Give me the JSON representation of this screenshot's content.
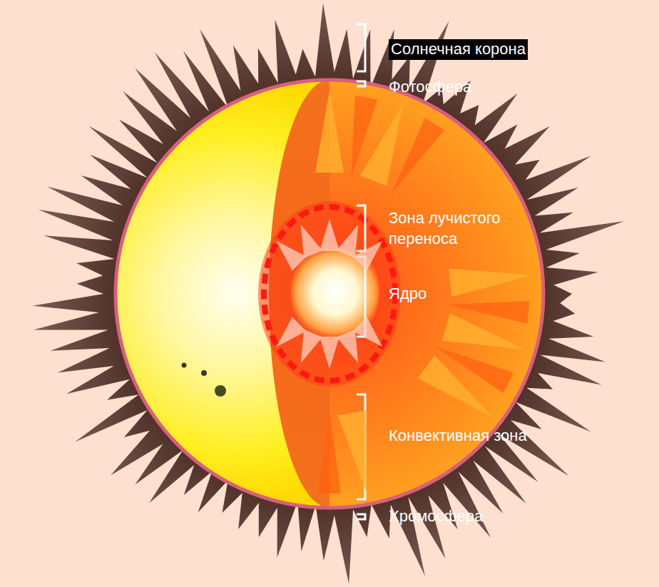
{
  "diagram": {
    "labels": [
      "Солнечная корона",
      "Фотосфера",
      "Зона лучистого переноса",
      "Ядро",
      "Конвективная зона",
      "Хромосфера"
    ]
  }
}
